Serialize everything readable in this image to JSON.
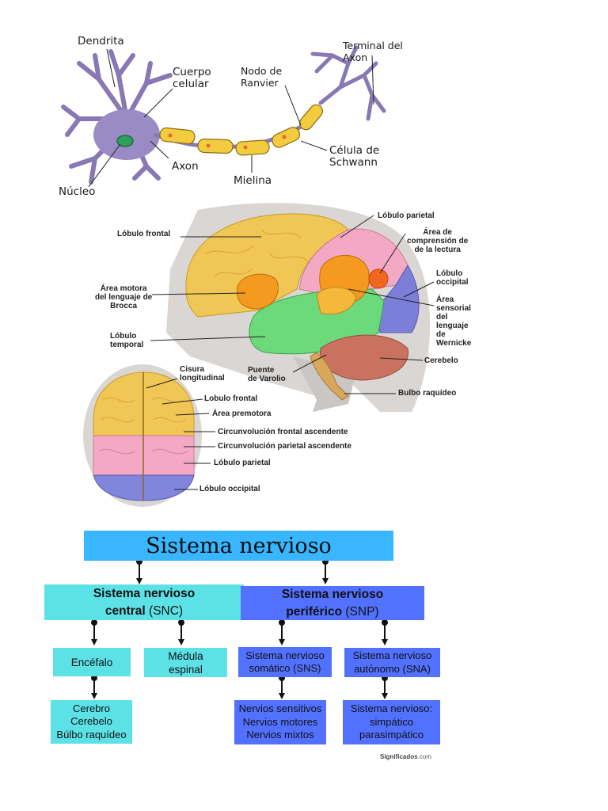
{
  "neuron": {
    "labels": {
      "dendrita": "Dendrita",
      "cuerpo": [
        "Cuerpo",
        "celular"
      ],
      "nodo": [
        "Nodo de",
        "Ranvier"
      ],
      "terminal": [
        "Terminal del",
        "Axon"
      ],
      "axon": "Axon",
      "nucleo": "Núcleo",
      "mielina": "Mielina",
      "schwann": [
        "Célula de",
        "Schwann"
      ]
    }
  },
  "brain_side": {
    "labels": {
      "frontal": "Lóbulo frontal",
      "parietal": "Lóbulo parietal",
      "comprension": [
        "Área de",
        "comprensión de",
        "de la lectura"
      ],
      "broca": [
        "Área motora",
        "del lenguaje de",
        "Brocca"
      ],
      "occipital": [
        "Lóbulo",
        "occipital"
      ],
      "temporal": [
        "Lóbulo",
        "temporal"
      ],
      "wernicke": [
        "Área",
        "sensorial",
        "del",
        "lenguaje",
        "de",
        "Wernicke"
      ],
      "cerebelo": "Cerebelo",
      "puente": [
        "Puente",
        "de Varolio"
      ],
      "bulbo": "Bulbo raquídeo"
    }
  },
  "brain_top": {
    "labels": {
      "cisura": [
        "Cisura",
        "longitudinal"
      ],
      "frontal": "Lobulo frontal",
      "premotora": "Área premotora",
      "circ_frontal": "Circunvolución frontal ascendente",
      "circ_parietal": "Circunvolución parietal ascendente",
      "parietal": "Lóbulo parietal",
      "occipital": "Lóbulo occipital"
    }
  },
  "concept_map": {
    "title": "Sistema nervioso",
    "snc": {
      "bold": "Sistema nervioso",
      "bold2": "central",
      "rest": "(SNC)"
    },
    "snp": {
      "bold": "Sistema nervioso",
      "bold2": "periférico",
      "rest": "(SNP)"
    },
    "encefalo": "Encéfalo",
    "medula": [
      "Médula",
      "espinal"
    ],
    "sns": [
      "Sistema nervioso",
      "somático (SNS)"
    ],
    "sna": [
      "Sistema nervioso",
      "autónomo (SNA)"
    ],
    "encefalo_parts": [
      "Cerebro",
      "Cerebelo",
      "Búlbo raquídeo"
    ],
    "nervios": [
      "Nervios sensitivos",
      "Nervios motores",
      "Nervios mixtos"
    ],
    "autonomo_parts": [
      "Sistema nervioso:",
      "simpático",
      "parasimpático"
    ],
    "credit": {
      "brand": "Significados",
      "suffix": ".com"
    },
    "colors": {
      "title": "#38b6ff",
      "cyan": "#5ce1e6",
      "blue": "#5271ff"
    }
  }
}
